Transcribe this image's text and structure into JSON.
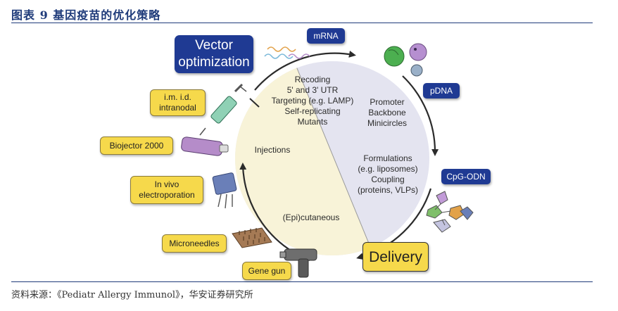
{
  "figure_title": "图表 9 基因疫苗的优化策略",
  "source_text": "资料来源：《Pediatr Allergy Immunol》，华安证券研究所",
  "hubs": {
    "vector_optimization": [
      "Vector",
      "optimization"
    ],
    "delivery": "Delivery"
  },
  "vector_types": {
    "mrna": "mRNA",
    "pdna": "pDNA",
    "cpg_odn": "CpG-ODN"
  },
  "inner_text": {
    "upper": [
      "Recoding",
      "5' and 3' UTR",
      "Targeting (e.g. LAMP)",
      "Self-replicating",
      "Mutants"
    ],
    "right_upper": [
      "Promoter",
      "Backbone",
      "Minicircles"
    ],
    "right_lower": [
      "Formulations",
      "(e.g. liposomes)",
      "Coupling",
      "(proteins, VLPs)"
    ],
    "injections": "Injections",
    "epicutaneous": "(Epi)cutaneous"
  },
  "delivery_methods": {
    "im_id": [
      "i.m. i.d.",
      "intranodal"
    ],
    "biojector": "Biojector 2000",
    "electroporation": [
      "In vivo",
      "electroporation"
    ],
    "microneedles": "Microneedles",
    "gene_gun": "Gene gun"
  },
  "colors": {
    "navy": "#1f3a93",
    "yellow": "#f6d94b",
    "lavender": "#e4e4f0",
    "cream": "#f8f3d8"
  },
  "icons": [
    "dna-wave-icon",
    "plasmid-spheres-icon",
    "cpg-molecule-icon",
    "syringe-icon",
    "biojector-icon",
    "electrode-icon",
    "microneedle-patch-icon",
    "gene-gun-icon"
  ]
}
